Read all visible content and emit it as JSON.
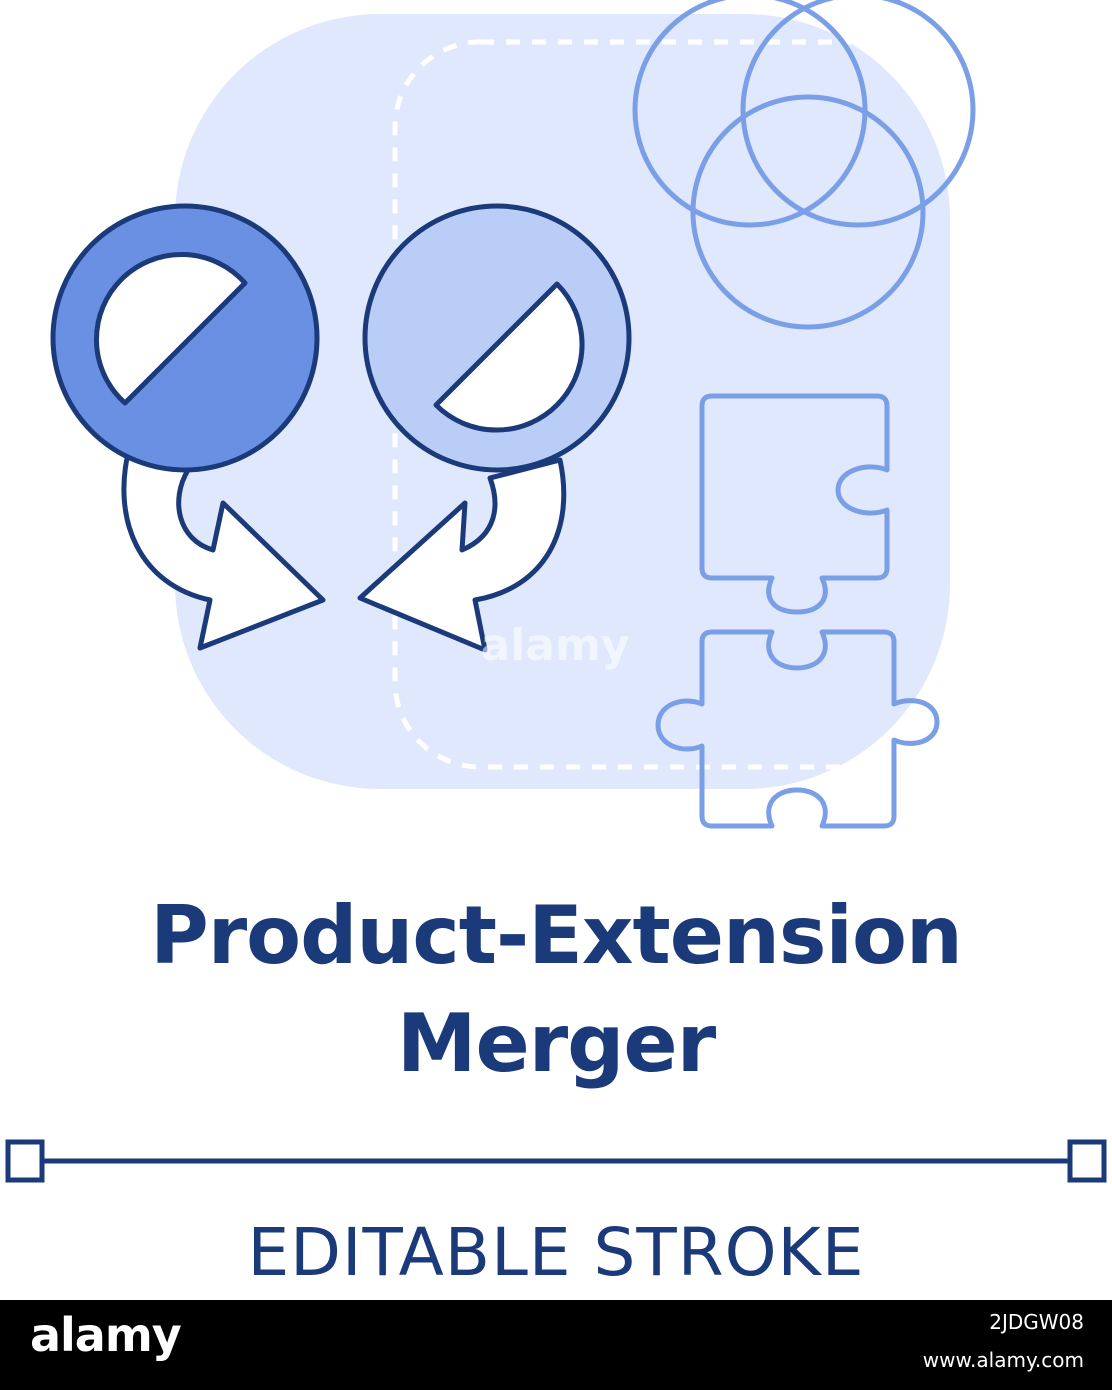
{
  "icon": {
    "name": "product-extension-merger-icon",
    "elements": [
      "venn-diagram-icon",
      "puzzle-pieces-icon",
      "merging-circles-icon",
      "curved-arrows-icon"
    ]
  },
  "title": {
    "line1": "Product-Extension",
    "line2": "Merger"
  },
  "stroke_label": "EDITABLE STROKE",
  "watermark": {
    "text": "alamy"
  },
  "footer": {
    "logo": "alamy",
    "image_id": "2JDGW08",
    "url": "www.alamy.com"
  },
  "colors": {
    "navy": "#1b3a7a",
    "fill_dark": "#6990e3",
    "fill_light": "#b9cdf7",
    "backdrop": "#dfe8fc",
    "line_light": "#7a9fe6",
    "dash": "#ffffff",
    "footer_bg": "#000000"
  }
}
